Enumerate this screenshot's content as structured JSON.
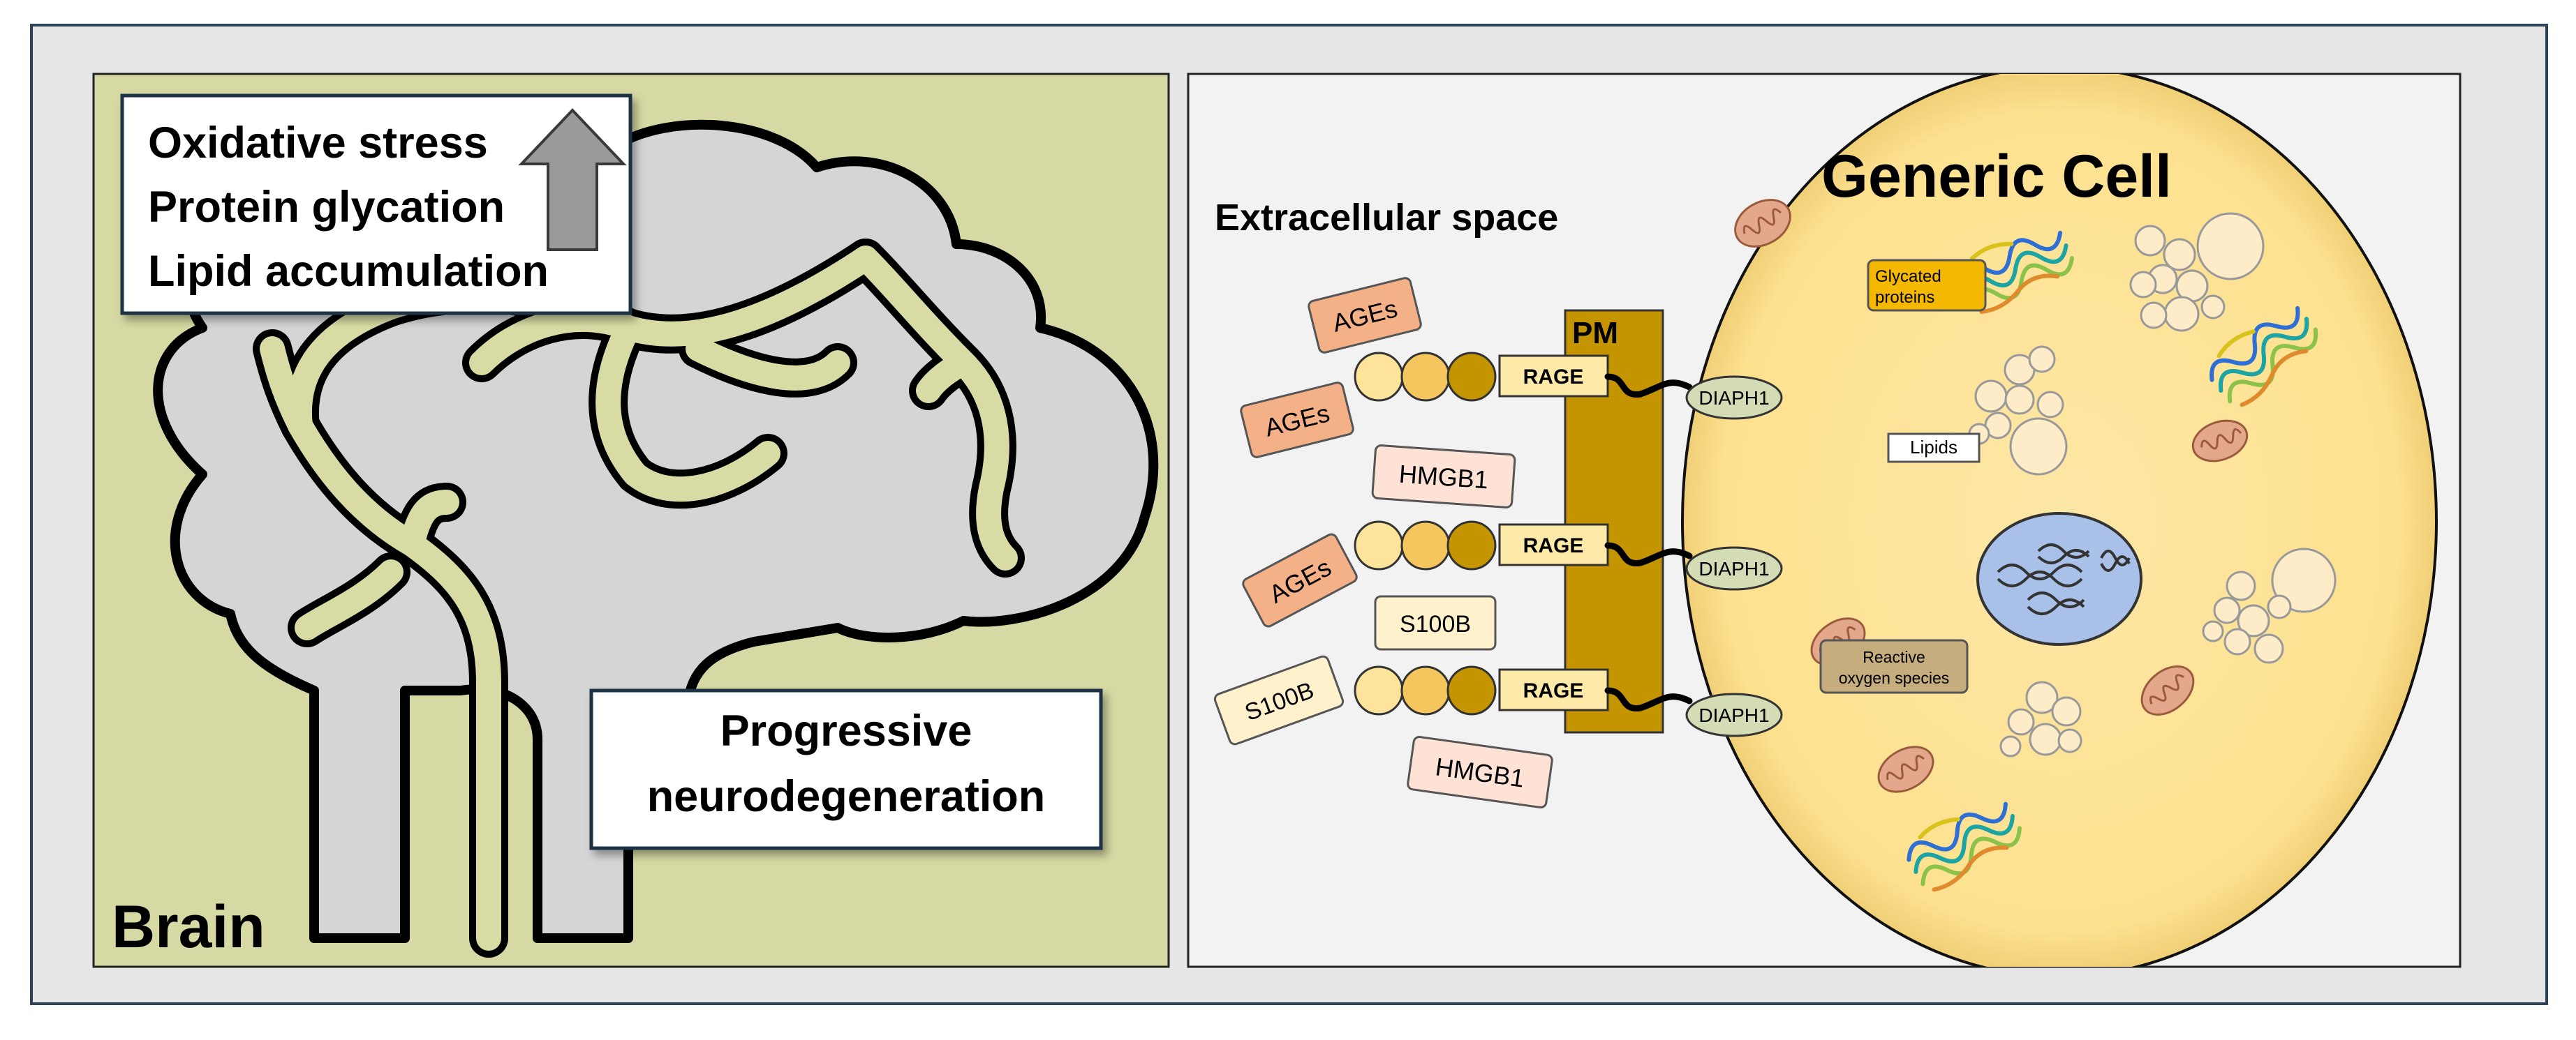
{
  "colors": {
    "frame_bg": "#e6e6e6",
    "frame_border": "#2f4358",
    "brain_panel_bg": "#d6d9a3",
    "brain_fill": "#d5d5d5",
    "vessel": "#d8dca4",
    "cell_panel_bg": "#f2f2f2",
    "cell_fill": "#fde49a",
    "membrane": "#c49500",
    "nucleus": "#a9c1e8",
    "ages": "#f4b087",
    "hmgb1": "#fde2d5",
    "s100b": "#fff1cc",
    "diaph1": "#d3dcb5",
    "rage": "#fde9a8",
    "glycated": "#f5b800",
    "ros": "#c6ad7e",
    "mito": "#e3a88b"
  },
  "brain_panel": {
    "title": "Brain",
    "stress_box": {
      "lines": [
        "Oxidative stress",
        "Protein glycation",
        "Lipid accumulation"
      ],
      "arrow_icon": "up-arrow-icon"
    },
    "outcome_box": {
      "lines": [
        "Progressive",
        "neurodegeneration"
      ]
    }
  },
  "cell_panel": {
    "extracellular_label": "Extracellular space",
    "cell_title": "Generic Cell",
    "membrane_label": "PM",
    "receptors": [
      {
        "label": "RAGE",
        "partner": "DIAPH1"
      },
      {
        "label": "RAGE",
        "partner": "DIAPH1"
      },
      {
        "label": "RAGE",
        "partner": "DIAPH1"
      }
    ],
    "ligands": [
      {
        "type": "ages",
        "label": "AGEs"
      },
      {
        "type": "ages",
        "label": "AGEs"
      },
      {
        "type": "hmgb1",
        "label": "HMGB1"
      },
      {
        "type": "ages",
        "label": "AGEs"
      },
      {
        "type": "s100b",
        "label": "S100B"
      },
      {
        "type": "s100b",
        "label": "S100B"
      },
      {
        "type": "hmgb1",
        "label": "HMGB1"
      }
    ],
    "organelles": {
      "glycated_label": [
        "Glycated",
        "proteins"
      ],
      "lipids_label": "Lipids",
      "ros_label": [
        "Reactive",
        "oxygen species"
      ]
    }
  }
}
